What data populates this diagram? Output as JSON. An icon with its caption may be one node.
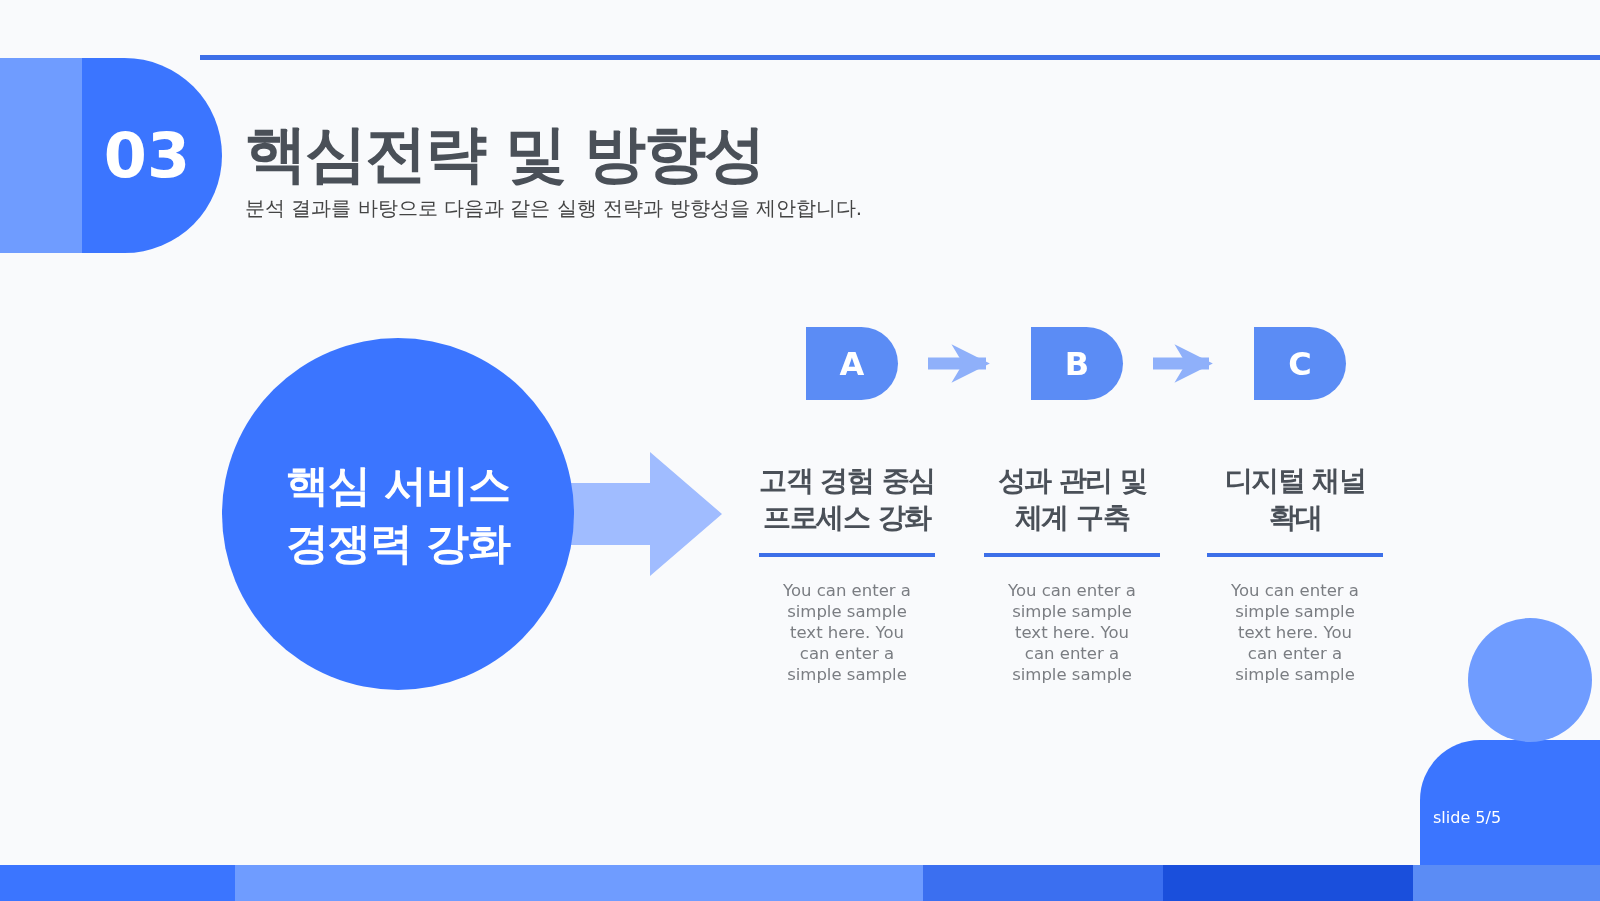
{
  "diagram": {
    "title": "핵심전략 및 방향성",
    "nodes": [
      {
        "text": [
          "03"
        ]
      },
      {
        "text": [
          "핵심 서비스 경쟁력 강화"
        ]
      },
      {
        "text": [
          "A"
        ],
        "beside": [
          "고객 경험 중심 프로세스 강화",
          "You can enter a simple sample text here. You can enter a simple sample"
        ]
      },
      {
        "text": [
          "B"
        ],
        "beside": [
          "성과 관리 및 체계 구축",
          "You can enter a simple sample text here. You can enter a simple sample"
        ]
      },
      {
        "text": [
          "C"
        ],
        "beside": [
          "디지털 채널 확대",
          "You can enter a simple sample text here. You can enter a simple sample"
        ]
      }
    ],
    "edges": [
      {
        "from": 1,
        "to": null,
        "arrow": "to",
        "style": "thick"
      },
      {
        "from": 2,
        "to": 3,
        "arrow": "to"
      },
      {
        "from": 3,
        "to": 4,
        "arrow": "to"
      }
    ],
    "labels": [
      "분석 결과를 바탕으로 다음과 같은 실행 전략과 방향성을 제안합니다.",
      "slide 5/5"
    ]
  }
}
